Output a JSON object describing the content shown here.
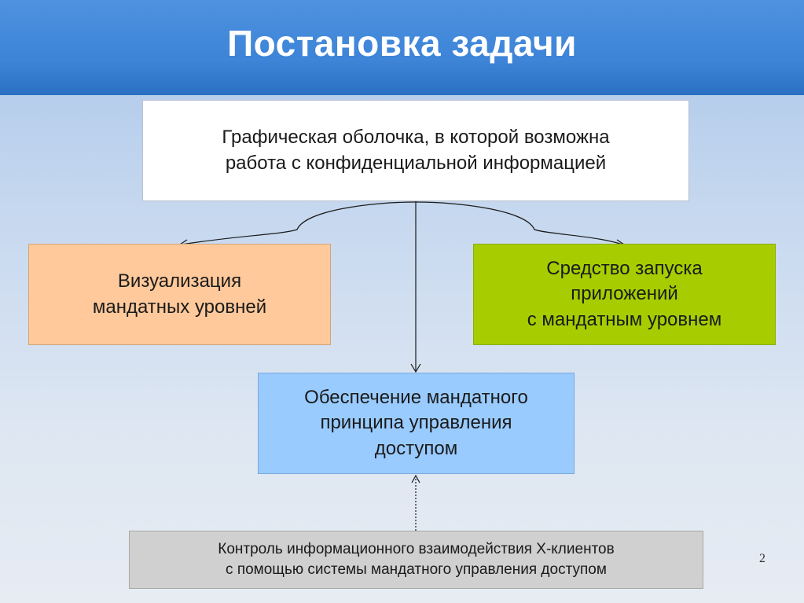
{
  "slide": {
    "title": "Постановка задачи",
    "page_number": "2"
  },
  "diagram": {
    "top_box": "Графическая оболочка, в которой возможна\nработа с конфиденциальной информацией",
    "left_box": "Визуализация\nмандатных уровней",
    "right_box": "Средство запуска\nприложений\nс мандатным уровнем",
    "center_box": "Обеспечение мандатного\nпринципа управления\nдоступом",
    "bottom_box": "Контроль информационного взаимодействия X-клиентов\nс помощью системы мандатного управления доступом"
  },
  "colors": {
    "header": "#3d84d8",
    "top_box": "#ffffff",
    "left_box": "#ffc99b",
    "right_box": "#a7cd00",
    "center_box": "#99cbff",
    "bottom_box": "#d0d0d0"
  }
}
